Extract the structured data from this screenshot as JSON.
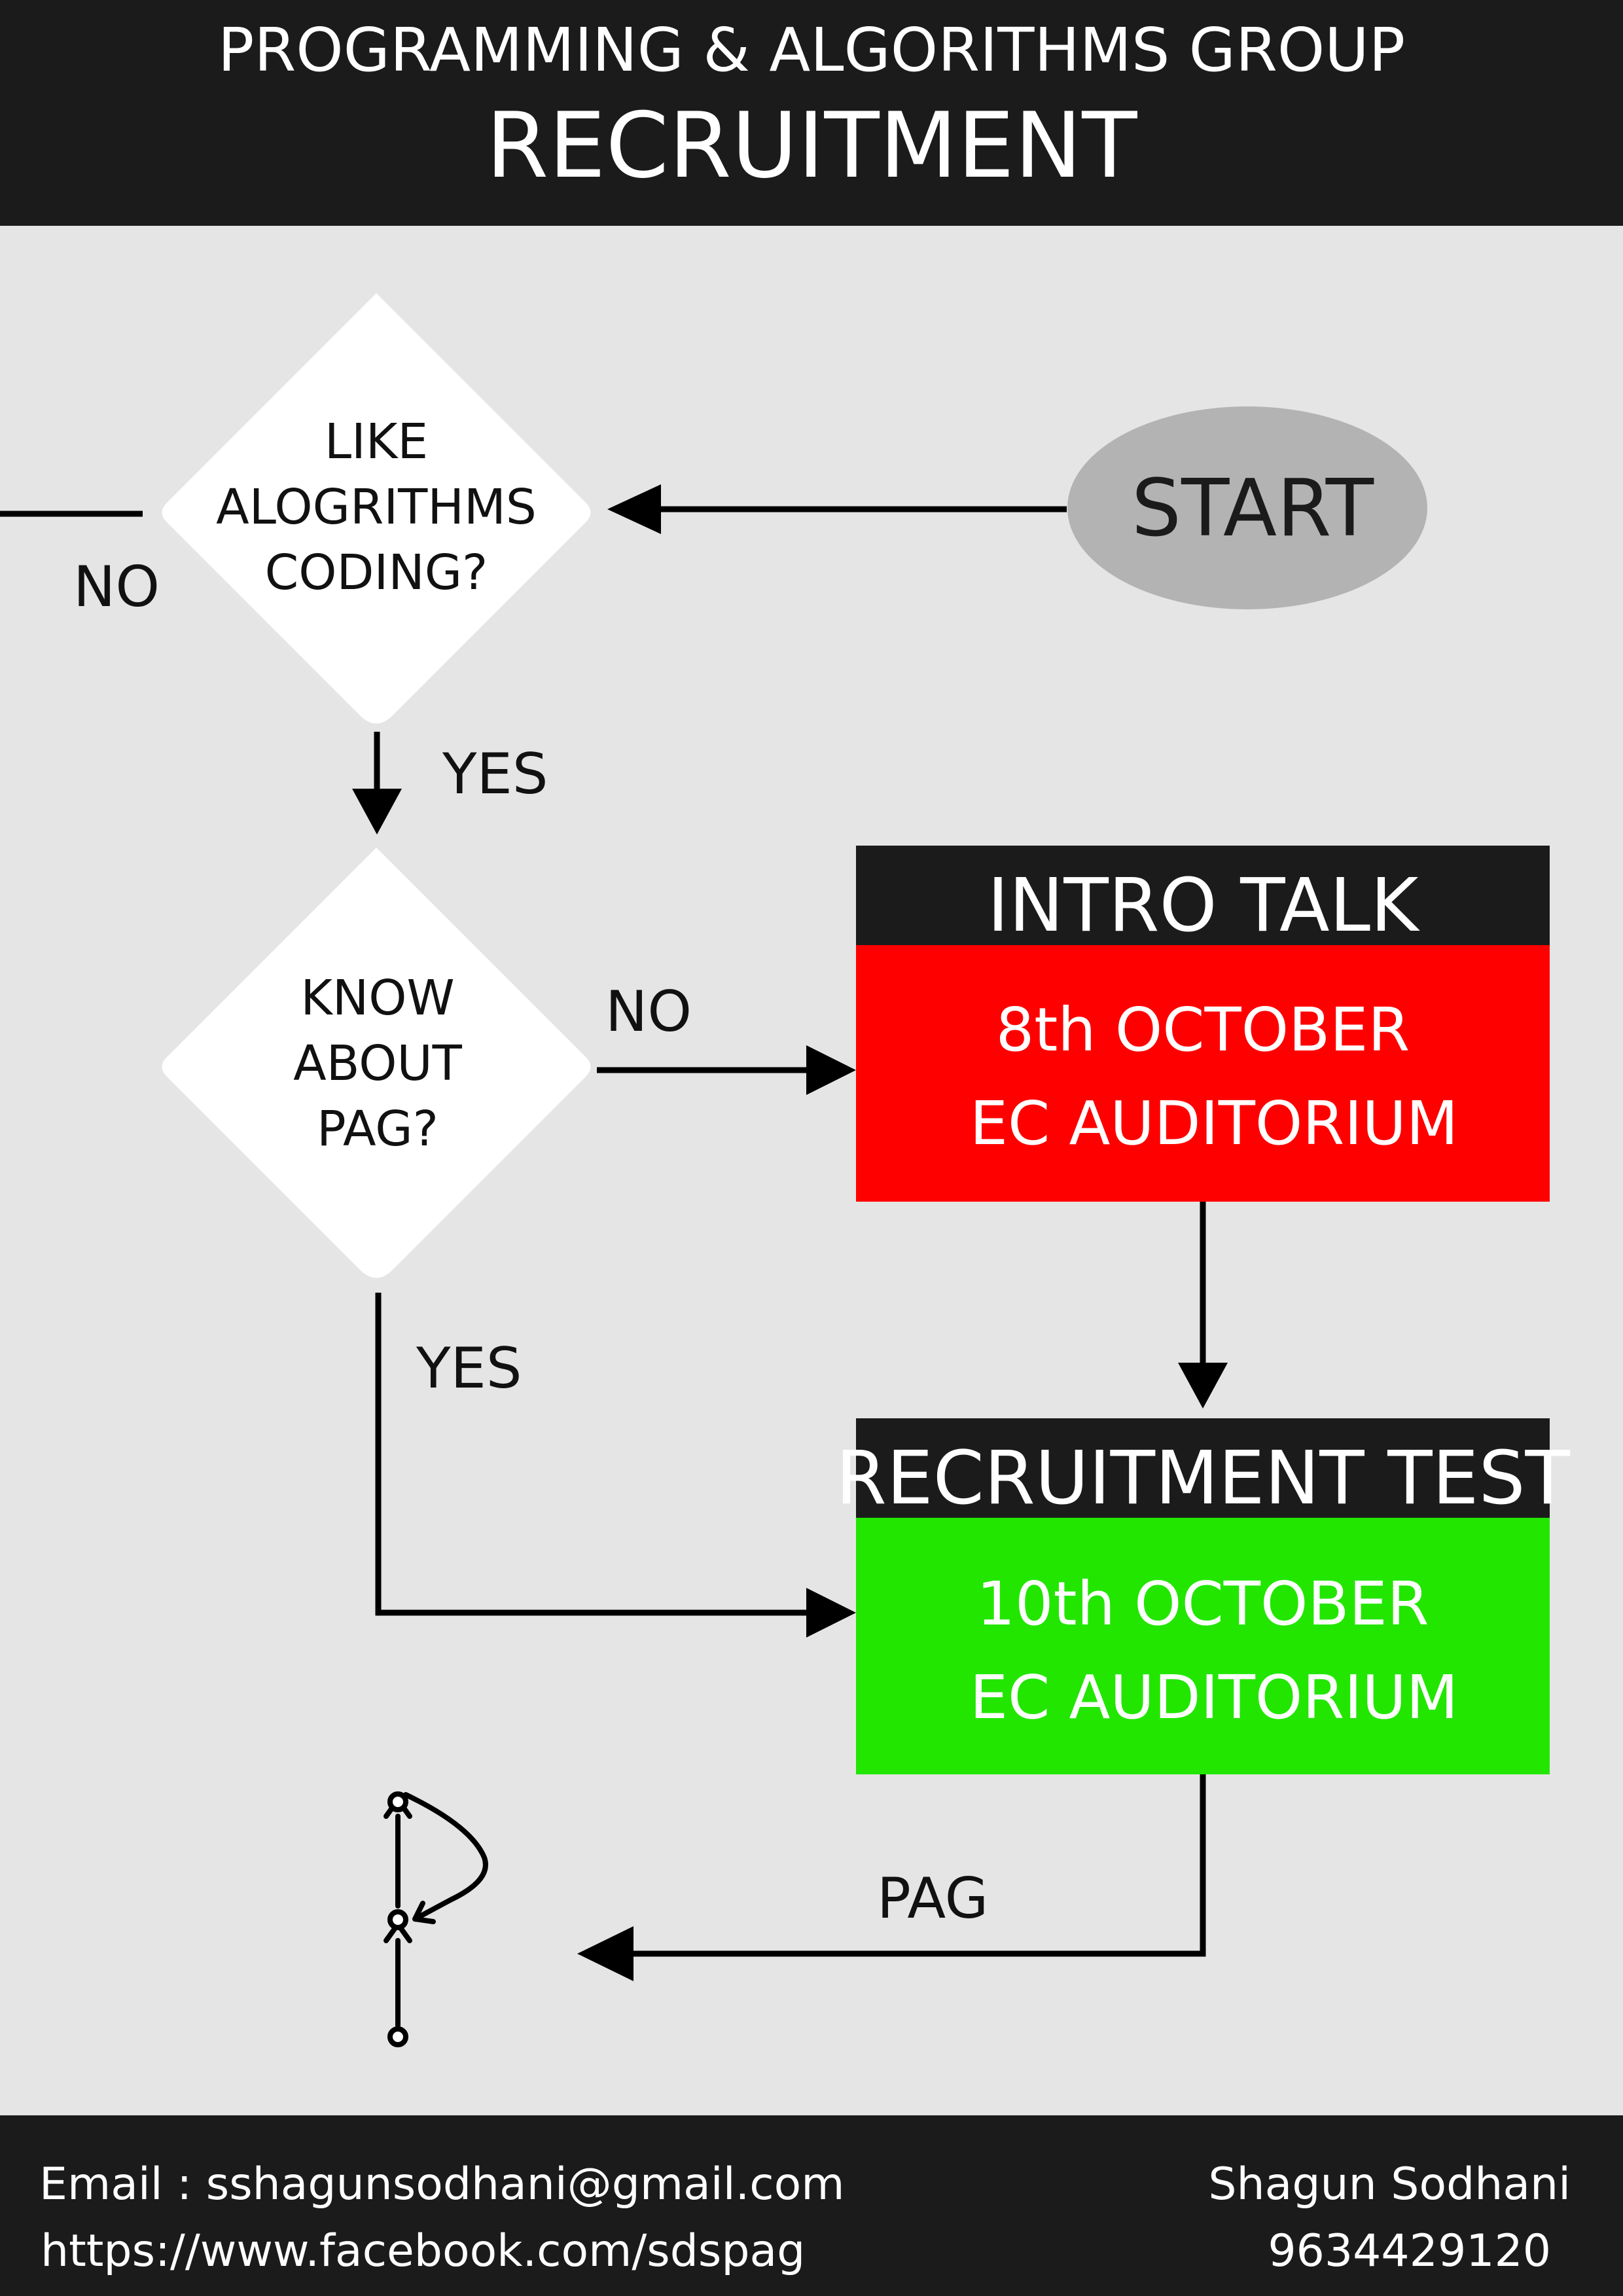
{
  "header": {
    "subtitle": "PROGRAMMING & ALGORITHMS GROUP",
    "title": "RECRUITMENT",
    "background": "#1b1b1b",
    "text_color": "#ffffff"
  },
  "flowchart": {
    "start": {
      "label": "START",
      "color": "#b3b3b3"
    },
    "decision_coding": {
      "lines": [
        "LIKE",
        "ALOGRITHMS",
        "CODING?"
      ]
    },
    "decision_pag": {
      "lines": [
        "KNOW",
        "ABOUT",
        "PAG?"
      ]
    },
    "edge_labels": {
      "coding_no": "NO",
      "coding_yes": "YES",
      "pag_no": "NO",
      "pag_yes": "YES",
      "to_logo": "PAG"
    },
    "intro_talk": {
      "title": "INTRO TALK",
      "date": "8th OCTOBER",
      "venue": "EC AUDITORIUM",
      "color": "#ff0000"
    },
    "recruitment_test": {
      "title": "RECRUITMENT TEST",
      "date": "10th OCTOBER",
      "venue": "EC AUDITORIUM",
      "color": "#22e600"
    },
    "logo_icon": "pag-logo-icon",
    "background": "#e5e5e5"
  },
  "footer": {
    "email": "Email : sshagunsodhani@gmail.com",
    "facebook": "https://www.facebook.com/sdspag",
    "name": "Shagun Sodhani",
    "phone": "9634429120",
    "background": "#1b1b1b"
  }
}
